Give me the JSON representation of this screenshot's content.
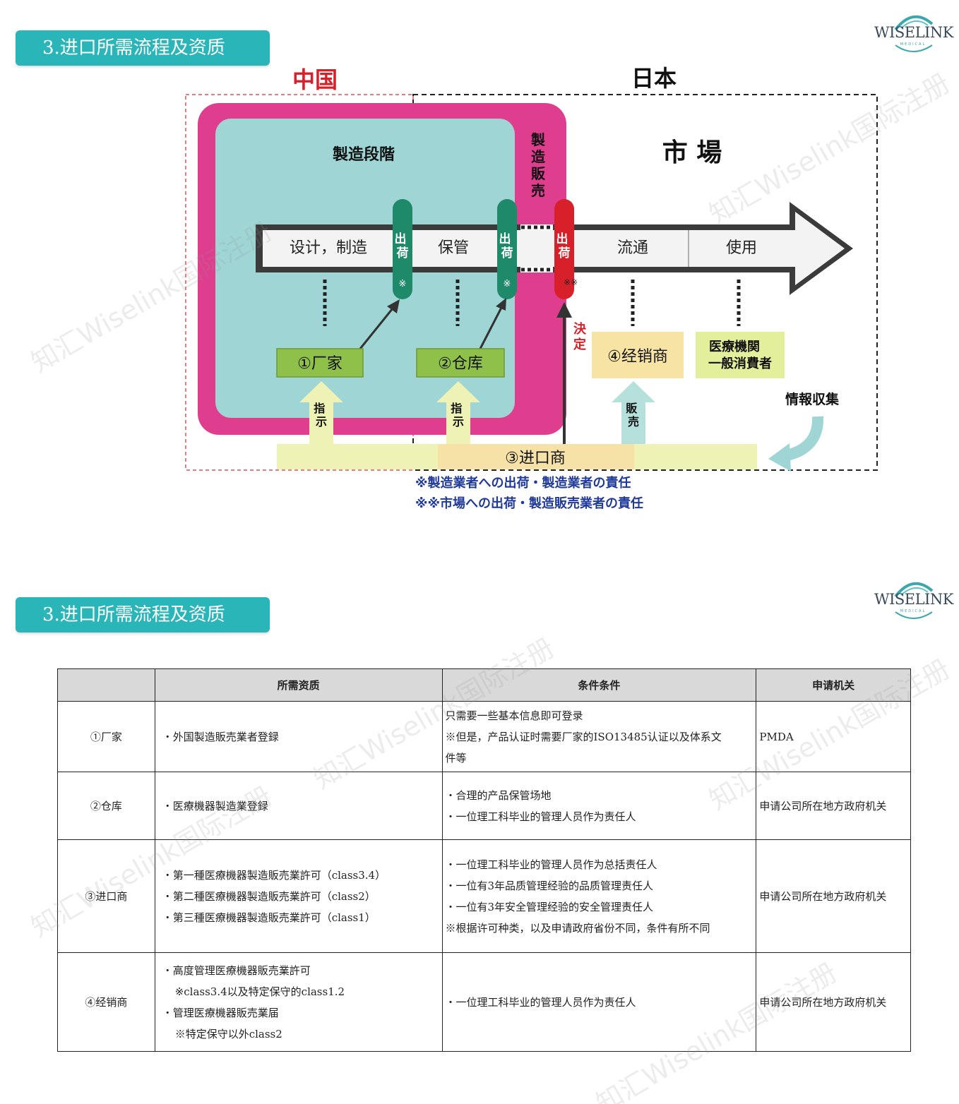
{
  "section1": {
    "title": "3.进口所需流程及资质"
  },
  "section2": {
    "title": "3.进口所需流程及资质"
  },
  "logo": {
    "name": "WISELINK",
    "sub": "MEDICAL"
  },
  "diagram": {
    "china_label": "中国",
    "japan_label": "日本",
    "manufacturing_stage": "製造段階",
    "manufacturing_sales": "製造販売",
    "market": "市 場",
    "step_design": "设计，制造",
    "step_storage": "保管",
    "step_distribution": "流通",
    "step_use": "使用",
    "ship_1": "出荷",
    "ship_1_mark": "※",
    "ship_2": "出荷",
    "ship_2_mark": "※",
    "ship_3": "出荷",
    "ship_3_mark": "※※",
    "decide": "決定",
    "instruct_1": "指示",
    "instruct_2": "指示",
    "sales": "販売",
    "manufacturer": "①厂家",
    "warehouse": "②仓库",
    "importer": "③进口商",
    "distributor": "④经销商",
    "medical_inst_1": "医療機関",
    "medical_inst_2": "一般消費者",
    "info_collect": "情報収集",
    "note_1": "※製造業者への出荷・製造業者の責任",
    "note_2": "※※市場への出荷・製造販売業者の責任"
  },
  "table": {
    "headers": [
      "",
      "所需资质",
      "条件条件",
      "申请机关"
    ],
    "rows": [
      {
        "role": "①厂家",
        "qualifications": [
          "・外国製造販売業者登録"
        ],
        "conditions": [
          "只需要一些基本信息即可登录",
          "※但是，产品认证时需要厂家的ISO13485认证以及体系文",
          "件等"
        ],
        "authority": "PMDA"
      },
      {
        "role": "②仓库",
        "qualifications": [
          "・医療機器製造業登録"
        ],
        "conditions": [
          "・合理的产品保管场地",
          "・一位理工科毕业的管理人员作为责任人"
        ],
        "authority": "申请公司所在地方政府机关"
      },
      {
        "role": "③进口商",
        "qualifications": [
          "・第一種医療機器製造販売業許可（class3.4）",
          "・第二種医療機器製造販売業許可（class2）",
          "・第三種医療機器製造販売業許可（class1）"
        ],
        "conditions": [
          "・一位理工科毕业的管理人员作为总括责任人",
          "・一位有3年品质管理经验的品质管理责任人",
          "・一位有3年安全管理经验的安全管理责任人",
          "※根据许可种类，以及申请政府省份不同，条件有所不同"
        ],
        "authority": "申请公司所在地方政府机关"
      },
      {
        "role": "④经销商",
        "qualifications": [
          "・高度管理医療機器販売業許可",
          "※class3.4以及特定保守的class1.2",
          "・管理医療機器販売業届",
          "※特定保守以外class2"
        ],
        "conditions": [
          "・一位理工科毕业的管理人员作为责任人"
        ],
        "authority": "申请公司所在地方政府机关"
      }
    ]
  },
  "watermarks": [
    "知汇Wiselink国际注册",
    "知汇Wiselink国际注册",
    "知汇Wiselink国际注册",
    "知汇Wiselink国际注册",
    "知汇Wiselink国际注册",
    "知汇Wiselink国际注册"
  ]
}
